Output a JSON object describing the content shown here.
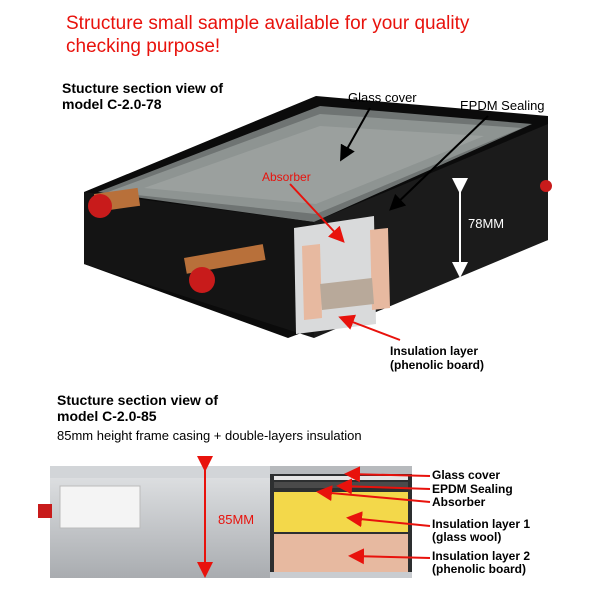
{
  "headline": {
    "line1": "Structure small sample available for your quality",
    "line2": "checking purpose!"
  },
  "section1": {
    "title_line1": "Stucture section view of",
    "title_line2": "model C-2.0-78",
    "labels": {
      "glass_cover": "Glass cover",
      "epdm": "EPDM Sealing",
      "absorber": "Absorber",
      "height": "78MM",
      "insulation_line1": "Insulation layer",
      "insulation_line2": "(phenolic board)"
    }
  },
  "section2": {
    "title_line1": "Stucture section view of",
    "title_line2": "model C-2.0-85",
    "subtitle": "85mm height frame casing + double-layers insulation",
    "labels": {
      "height": "85MM",
      "glass_cover": "Glass cover",
      "epdm": "EPDM Sealing",
      "absorber": "Absorber",
      "insulation1_line1": "Insulation layer 1",
      "insulation1_line2": "(glass wool)",
      "insulation2_line1": "Insulation layer 2",
      "insulation2_line2": "(phenolic board)"
    }
  },
  "colors": {
    "accent_red": "#e8120c",
    "frame_black": "#0c0c0c",
    "aluminium": "#c9ccd0",
    "copper": "#b8703a",
    "cap_red": "#c81b1b",
    "insulation_pink": "#e7b9a0",
    "glass_wool": "#f3d84a"
  }
}
